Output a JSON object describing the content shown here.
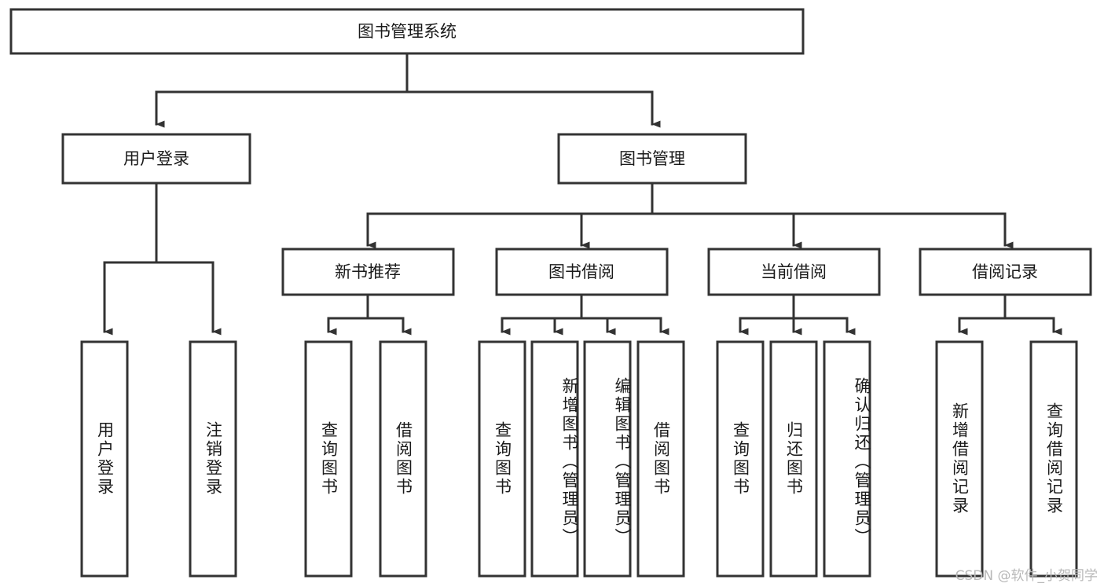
{
  "diagram": {
    "type": "tree",
    "title": "图书管理系统",
    "watermark": "CSDN @软件_小贺同学",
    "colors": {
      "stroke": "#333333",
      "box_fill": "#ffffff",
      "text": "#1a1a1a",
      "watermark": "#b8b8b8",
      "background": "#ffffff"
    },
    "root": {
      "label": "图书管理系统"
    },
    "level2": [
      {
        "label": "用户登录"
      },
      {
        "label": "图书管理"
      }
    ],
    "level3": [
      {
        "label": "新书推荐"
      },
      {
        "label": "图书借阅"
      },
      {
        "label": "当前借阅"
      },
      {
        "label": "借阅记录"
      }
    ],
    "leaves": {
      "user_login": [
        {
          "label": "用户登录"
        },
        {
          "label": "注销登录"
        }
      ],
      "new_book_recommend": [
        {
          "label": "查询图书"
        },
        {
          "label": "借阅图书"
        }
      ],
      "book_borrow": [
        {
          "label": "查询图书"
        },
        {
          "label": "新增图书（管理员）"
        },
        {
          "label": "编辑图书（管理员）"
        },
        {
          "label": "借阅图书"
        }
      ],
      "current_borrow": [
        {
          "label": "查询图书"
        },
        {
          "label": "归还图书"
        },
        {
          "label": "确认归还（管理员）"
        }
      ],
      "borrow_record": [
        {
          "label": "新增借阅记录"
        },
        {
          "label": "查询借阅记录"
        }
      ]
    }
  }
}
